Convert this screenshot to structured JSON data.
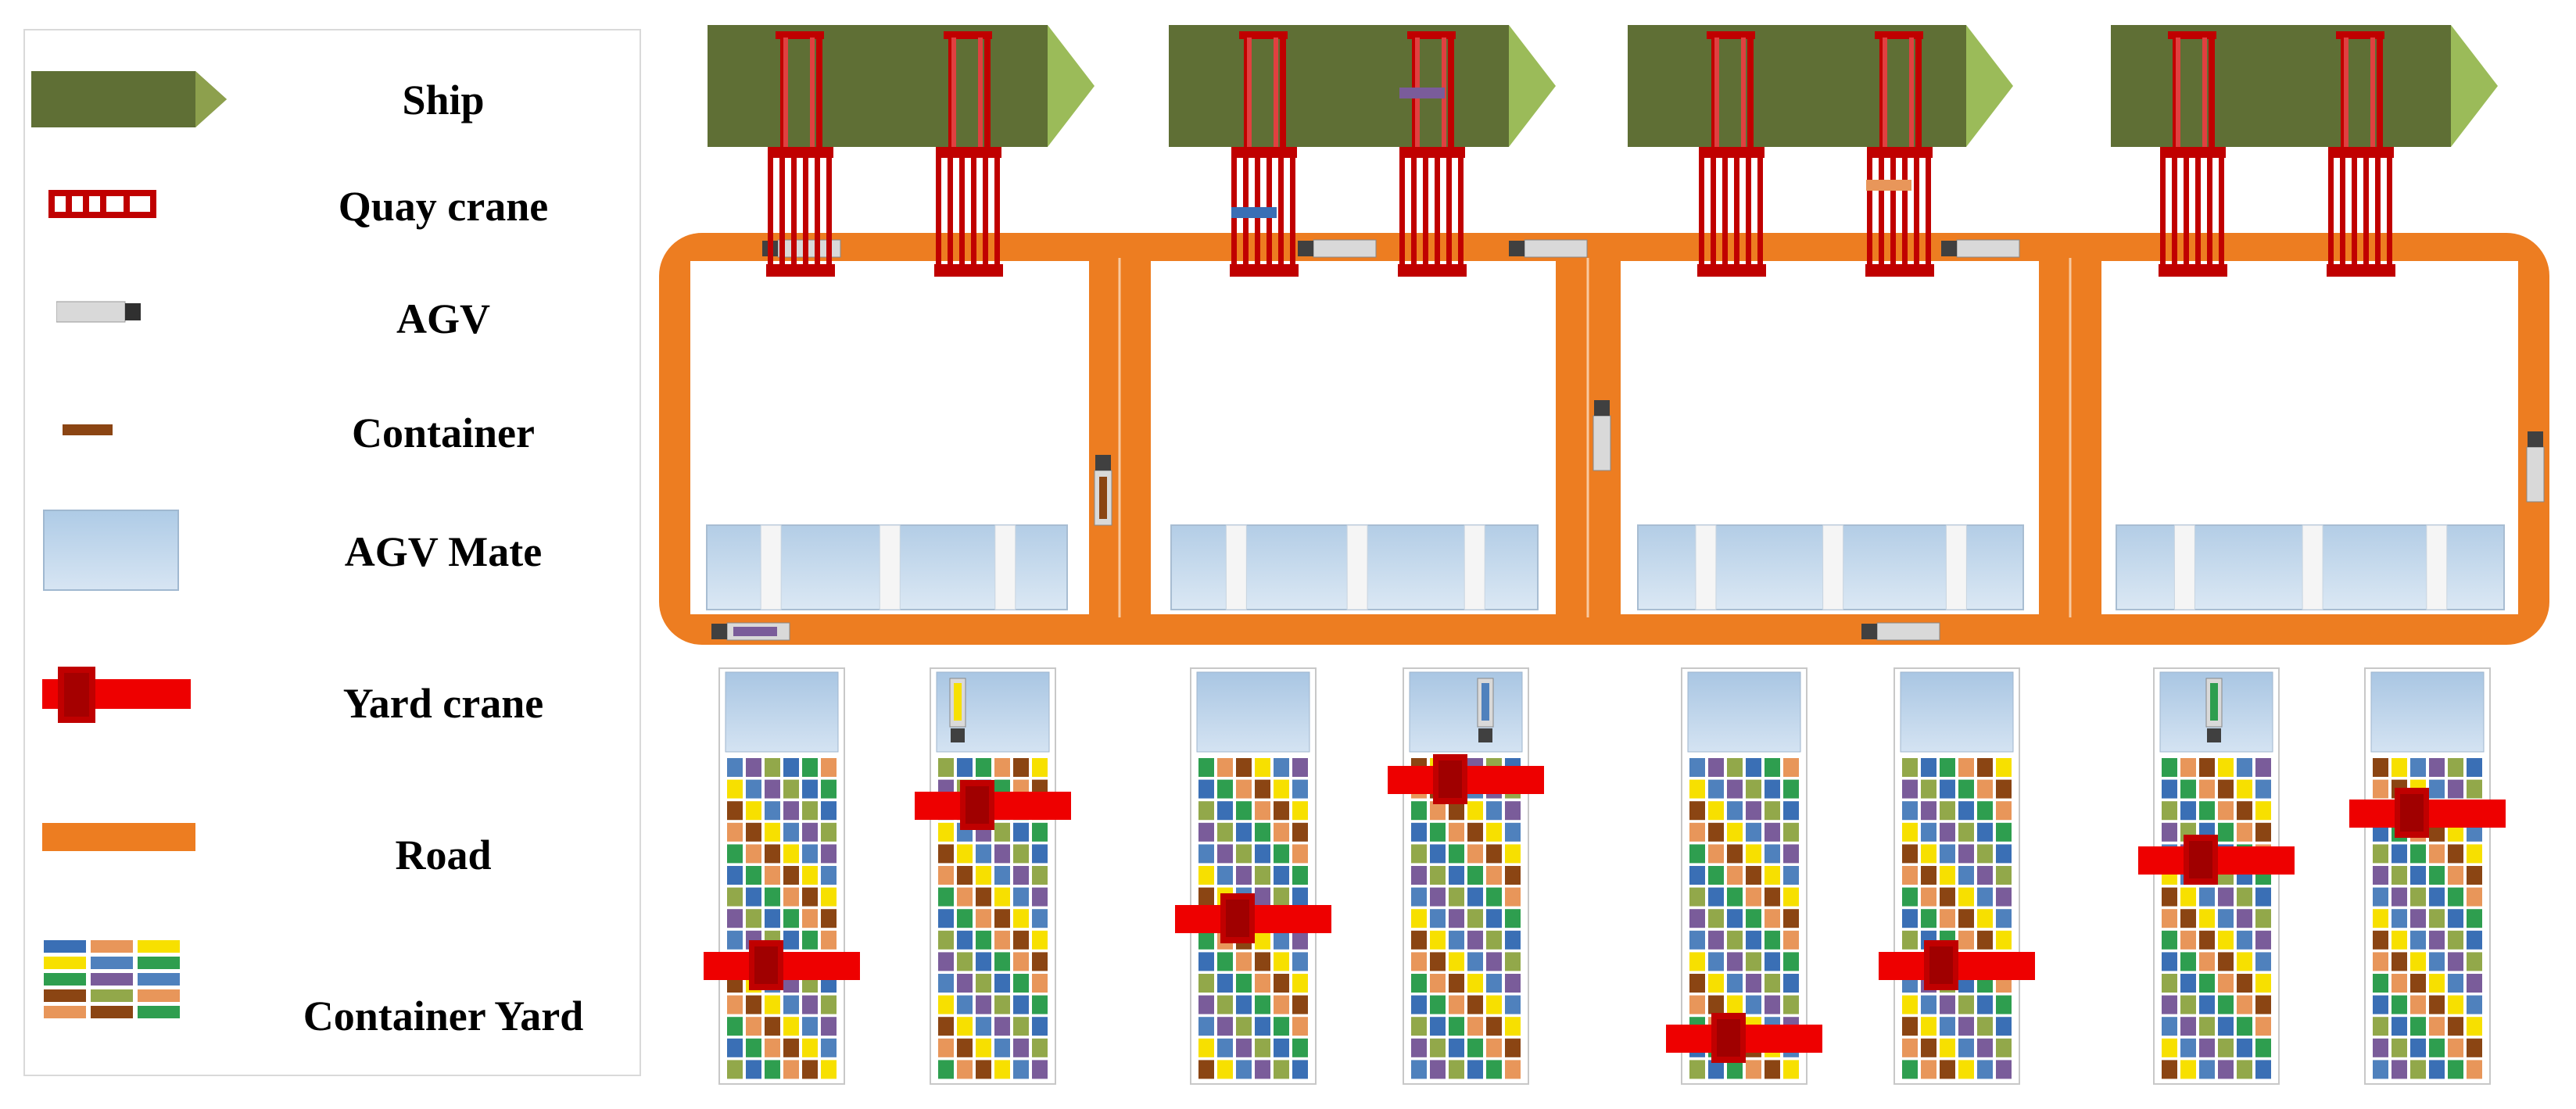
{
  "legend": {
    "items": [
      {
        "key": "ship",
        "label": "Ship",
        "color": "#5f6f35"
      },
      {
        "key": "quay-crane",
        "label": "Quay crane",
        "color": "#c00000"
      },
      {
        "key": "agv",
        "label": "AGV",
        "color": "#d0d0d0"
      },
      {
        "key": "container",
        "label": "Container",
        "color": "#8b4513"
      },
      {
        "key": "agv-mate",
        "label": "AGV Mate",
        "color": "#b8cfe4"
      },
      {
        "key": "yard-crane",
        "label": "Yard crane",
        "color": "#ee0000"
      },
      {
        "key": "road",
        "label": "Road",
        "color": "#ed7d21"
      },
      {
        "key": "container-yard",
        "label": "Container Yard",
        "color": "#4472c4"
      }
    ]
  },
  "colors": {
    "ship": "#5f6f35",
    "ship_bow": "#9bbb59",
    "crane": "#c00000",
    "road": "#ed7d21",
    "agv_body": "#d9d9d9",
    "agv_head": "#404040",
    "mate": "#c5d9ed",
    "yard_crane": "#ee0000",
    "yard_palette": [
      "#4f81bd",
      "#e8965a",
      "#92a84a",
      "#f7e000",
      "#2e9e4f",
      "#7a5c9a",
      "#8b4513",
      "#3a6fb5"
    ]
  }
}
